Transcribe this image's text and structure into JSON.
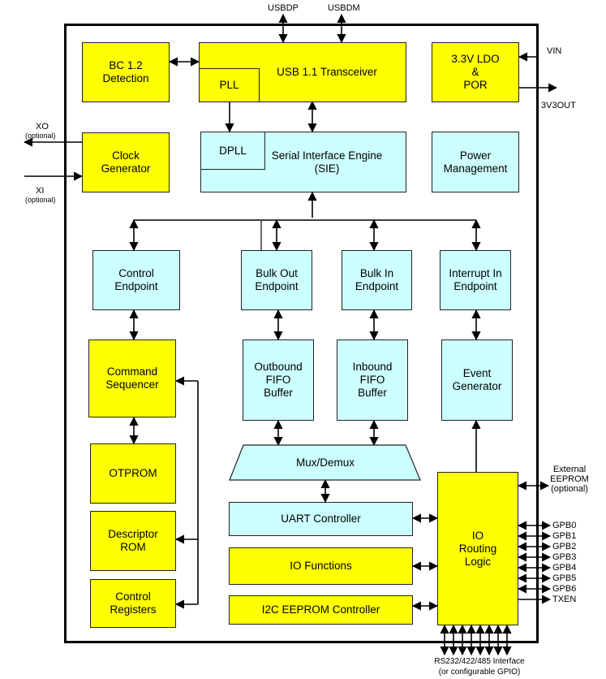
{
  "blocks": {
    "bc12": "BC 1.2\nDetection",
    "usb_transceiver": "USB 1.1 Transceiver",
    "pll": "PLL",
    "ldo": "3.3V LDO\n&\nPOR",
    "clock_gen": "Clock\nGenerator",
    "dpll": "DPLL",
    "sie": "Serial Interface Engine\n(SIE)",
    "power_mgmt": "Power\nManagement",
    "control_ep": "Control\nEndpoint",
    "bulk_out_ep": "Bulk Out\nEndpoint",
    "bulk_in_ep": "Bulk In\nEndpoint",
    "interrupt_in_ep": "Interrupt In\nEndpoint",
    "cmd_seq": "Command\nSequencer",
    "out_fifo": "Outbound\nFIFO\nBuffer",
    "in_fifo": "Inbound\nFIFO\nBuffer",
    "event_gen": "Event\nGenerator",
    "otprom": "OTPROM",
    "mux": "Mux/Demux",
    "desc_rom": "Descriptor\nROM",
    "uart": "UART Controller",
    "io_routing": "IO\nRouting\nLogic",
    "io_functions": "IO Functions",
    "ctrl_regs": "Control\nRegisters",
    "i2c": "I2C EEPROM Controller"
  },
  "labels": {
    "usbdp": "USBDP",
    "usbdm": "USBDM",
    "vin": "VIN",
    "v3out": "3V3OUT",
    "xo": "XO",
    "xo_opt": "(optional)",
    "xi": "XI",
    "xi_opt": "(optional)",
    "ext_eeprom": "External\nEEPROM\n(optional)",
    "gpb": [
      "GPB0",
      "GPB1",
      "GPB2",
      "GPB3",
      "GPB4",
      "GPB5",
      "GPB6",
      "TXEN"
    ],
    "rs232": "RS232/422/485 Interface",
    "rs232_sub": "(or configurable GPIO)"
  },
  "colors": {
    "yellow": "#ffff00",
    "cyan": "#ccffff"
  }
}
